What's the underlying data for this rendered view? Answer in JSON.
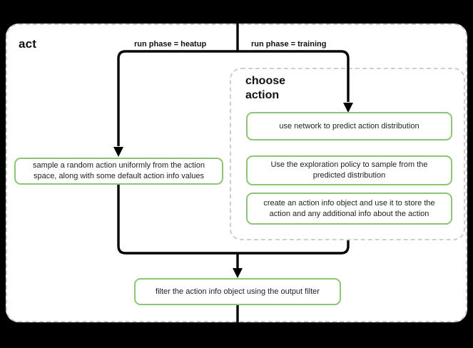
{
  "diagram": {
    "title": "act",
    "container_border_color": "#c9c9c9",
    "node_border_color": "#8dc572",
    "background_color": "#000000",
    "canvas_color": "#ffffff",
    "entry_split_label_left": "run phase = heatup",
    "entry_split_label_right": "run phase = training"
  },
  "group": {
    "title": "choose\naction",
    "title_line1": "choose",
    "title_line2": "action"
  },
  "nodes": {
    "heatup_sample": "sample a random action uniformly from the action space, along with some default action info values",
    "predict": "use network to predict action distribution",
    "explore": "Use the exploration policy to sample from the predicted distribution",
    "action_info": "create an action info object and use it to store the action and any additional info about the action",
    "output_filter": "filter the action info object using the output filter"
  },
  "edges": [
    {
      "from": "entry",
      "to": "heatup_sample",
      "label": "run phase = heatup"
    },
    {
      "from": "entry",
      "to": "predict",
      "label": "run phase = training"
    },
    {
      "from": "heatup_sample",
      "to": "output_filter",
      "label": ""
    },
    {
      "from": "choose_action_group",
      "to": "output_filter",
      "label": ""
    },
    {
      "from": "output_filter",
      "to": "exit",
      "label": ""
    }
  ]
}
